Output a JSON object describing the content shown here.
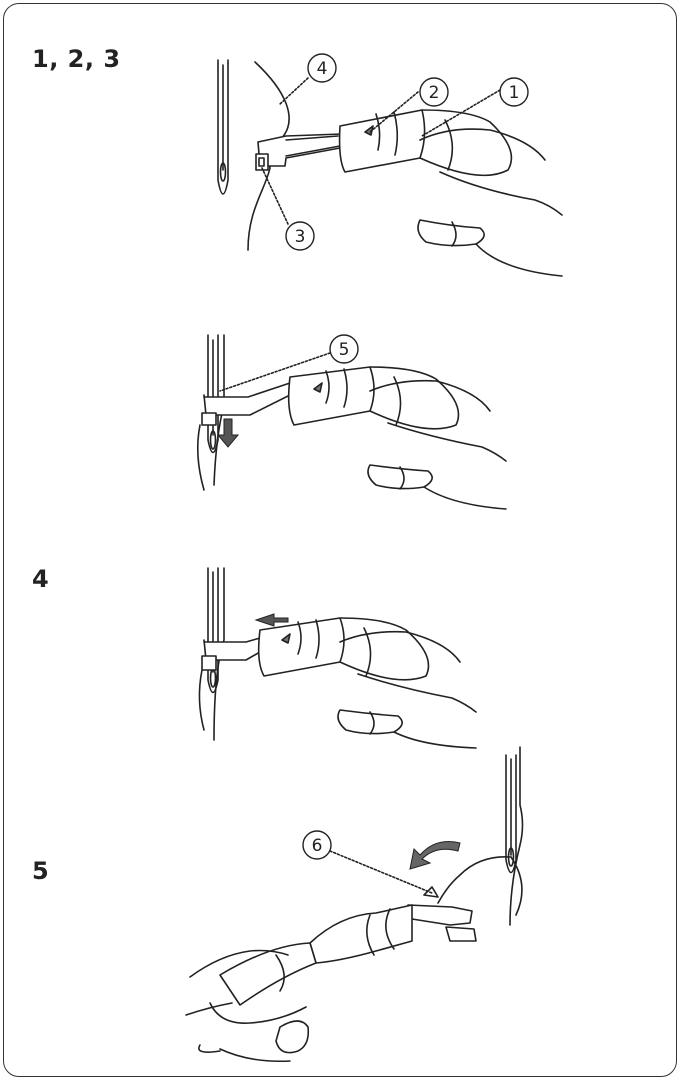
{
  "steps": {
    "step_123": "1, 2, 3",
    "step_4": "4",
    "step_5": "5"
  },
  "callouts": {
    "c1": "1",
    "c2": "2",
    "c3": "3",
    "c4": "4",
    "c5": "5",
    "c6": "6"
  }
}
